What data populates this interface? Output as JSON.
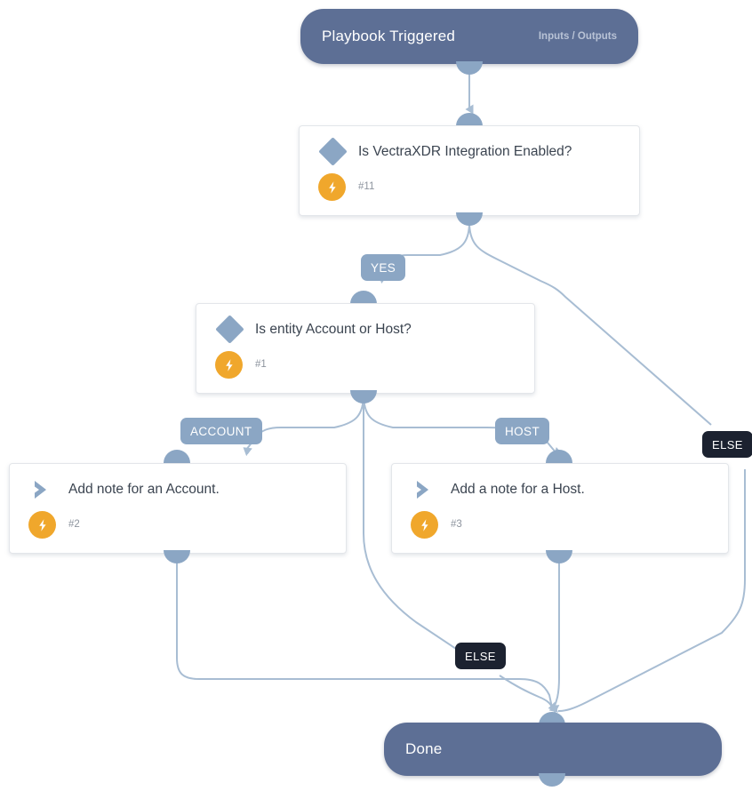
{
  "diagram": {
    "type": "playbook-workflow",
    "background": "#ffffff",
    "colors": {
      "terminal_node": "#5d6f95",
      "edge": "#a8bdd3",
      "port": "#8ba6c4",
      "decision_icon": "#8ba6c4",
      "trigger_badge": "#f0a72c",
      "branch_label": "#8ba6c4",
      "else_label": "#1c2230",
      "card_background": "#ffffff",
      "card_text": "#3b4450"
    },
    "start_node": {
      "title": "Playbook Triggered",
      "subtitle": "Inputs / Outputs"
    },
    "end_node": {
      "title": "Done"
    },
    "nodes": [
      {
        "id": "n11",
        "kind": "decision",
        "title": "Is VectraXDR Integration Enabled?",
        "number": "#11",
        "icon": "diamond-icon",
        "badge": "lightning-bolt-icon"
      },
      {
        "id": "n1",
        "kind": "decision",
        "title": "Is entity Account or Host?",
        "number": "#1",
        "icon": "diamond-icon",
        "badge": "lightning-bolt-icon"
      },
      {
        "id": "n2",
        "kind": "action",
        "title": "Add note for an Account.",
        "number": "#2",
        "icon": "chevron-right-icon",
        "badge": "lightning-bolt-icon"
      },
      {
        "id": "n3",
        "kind": "action",
        "title": "Add a note for a Host.",
        "number": "#3",
        "icon": "chevron-right-icon",
        "badge": "lightning-bolt-icon"
      }
    ],
    "branch_labels": {
      "yes": "YES",
      "else_top": "ELSE",
      "account": "ACCOUNT",
      "host": "HOST",
      "else_bottom": "ELSE"
    }
  }
}
